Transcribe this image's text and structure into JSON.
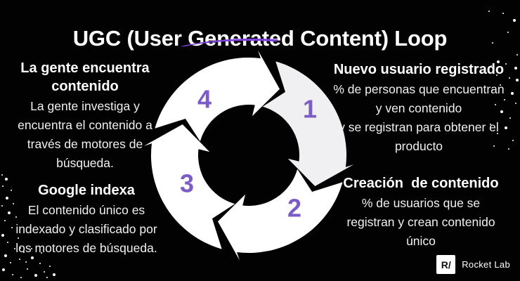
{
  "title": "UGC (User Generated Content) Loop",
  "steps": [
    {
      "number": "1",
      "position": "top-right",
      "title_lines": [
        "Nuevo usuario registrado"
      ],
      "body_lines": [
        "% de personas que encuentran",
        "y ven contenido",
        "y se registran para obtener el",
        "producto"
      ]
    },
    {
      "number": "2",
      "position": "bottom-right",
      "title_lines": [
        "Creación  de contenido"
      ],
      "body_lines": [
        "% de usuarios que se",
        "registran y crean contenido",
        "único"
      ]
    },
    {
      "number": "3",
      "position": "bottom-left",
      "title_lines": [
        "Google indexa"
      ],
      "body_lines": [
        "El contenido único es",
        "indexado y clasificado por",
        "los motores de búsqueda."
      ]
    },
    {
      "number": "4",
      "position": "top-left",
      "title_lines": [
        "La gente encuentra",
        "contenido"
      ],
      "body_lines": [
        "La gente investiga y",
        "encuentra el contenido a",
        "través de motores de",
        "búsqueda."
      ]
    }
  ],
  "loop": {
    "colors": {
      "background": "#020202",
      "text": "#FFFFFF",
      "number_purple": "#7C5CC6",
      "accent_purple": "#7D40D8",
      "segment_white": "#FFFFFF",
      "segment_highlight": "#F0EFF1"
    }
  },
  "footer": {
    "logo_mark": "R/",
    "logo_name": "Rocket Lab"
  }
}
